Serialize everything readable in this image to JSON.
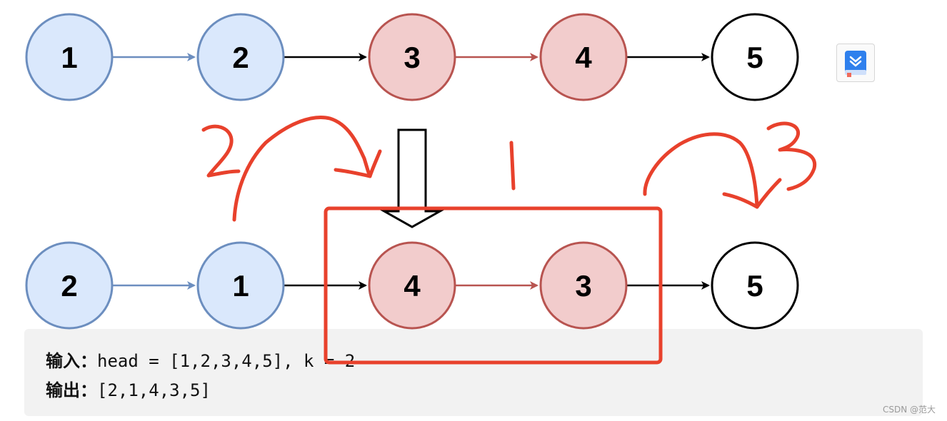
{
  "diagram": {
    "before_nodes": [
      {
        "label": "1",
        "style": "blue"
      },
      {
        "label": "2",
        "style": "blue"
      },
      {
        "label": "3",
        "style": "red"
      },
      {
        "label": "4",
        "style": "red"
      },
      {
        "label": "5",
        "style": "white"
      }
    ],
    "after_nodes": [
      {
        "label": "2",
        "style": "blue"
      },
      {
        "label": "1",
        "style": "blue"
      },
      {
        "label": "4",
        "style": "red"
      },
      {
        "label": "3",
        "style": "red"
      },
      {
        "label": "5",
        "style": "white"
      }
    ],
    "handwritten_annotations": [
      "2",
      "1",
      "3"
    ]
  },
  "example": {
    "input_label": "输入：",
    "input_value": "head = [1,2,3,4,5], k = 2",
    "output_label": "输出：",
    "output_value": "[2,1,4,3,5]"
  },
  "watermark": "CSDN @范大",
  "colors": {
    "blue_fill": "#dae8fc",
    "blue_stroke": "#6c8ebf",
    "red_fill": "#f2cccc",
    "red_stroke": "#b85450",
    "annotation_red": "#e8412c"
  }
}
